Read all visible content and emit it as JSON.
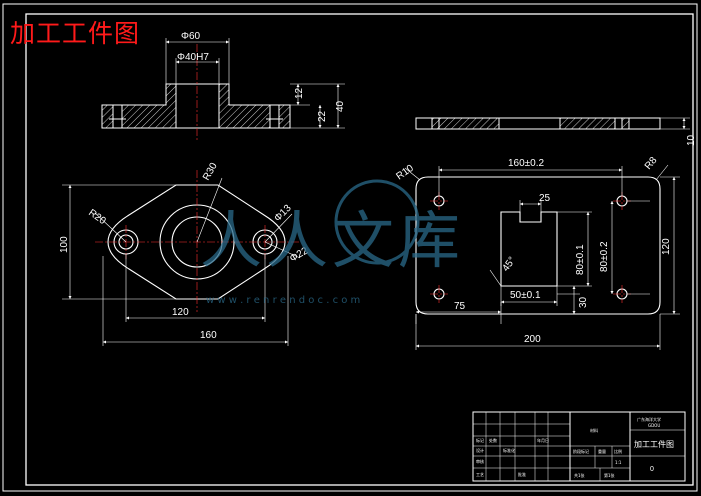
{
  "drawing_title": "加工工件图",
  "watermark": {
    "brand": "人人文库",
    "url": "w w w . r e n r e n d o c . c o m",
    "color": "#2a6a8a"
  },
  "colors": {
    "background": "#000000",
    "lines": "#ffffff",
    "title": "#ff1a1a",
    "center_lines": "#ff3030"
  },
  "left_part": {
    "section_dims": {
      "d60": "Φ60",
      "d40": "Φ40H7",
      "h12": "12",
      "h22": "22",
      "h40": "40"
    },
    "plan_dims": {
      "r30": "R30",
      "r20": "R20",
      "d13": "Φ13",
      "d22": "Φ22",
      "h100": "100",
      "w120": "120",
      "w160": "160"
    }
  },
  "right_part": {
    "thickness": "10",
    "r10": "R10",
    "r8": "R8",
    "w160": "160±0.2",
    "slot_width": "25",
    "slot_height": "80±0.1",
    "hole_spacing": "80±0.2",
    "height": "120",
    "chamfer": "45°",
    "slot_offset": "50±0.1",
    "left_offset": "75",
    "bottom_offset": "30",
    "width": "200"
  },
  "title_block": {
    "school": "广东海洋大学",
    "school_en": "GDOU",
    "drawing_name": "加工工件图",
    "label_mark": "标记",
    "label_count": "处数",
    "label_design": "设计",
    "label_standard": "标准化",
    "label_check": "审核",
    "label_craft": "工艺",
    "label_date": "年月日",
    "label_approve": "批准",
    "label_stage": "阶段标记",
    "label_weight": "重量",
    "label_scale": "比例",
    "scale_value": "1:1",
    "sheet_total": "共1张",
    "sheet_no": "第1张",
    "material": "材料",
    "code": "0"
  }
}
